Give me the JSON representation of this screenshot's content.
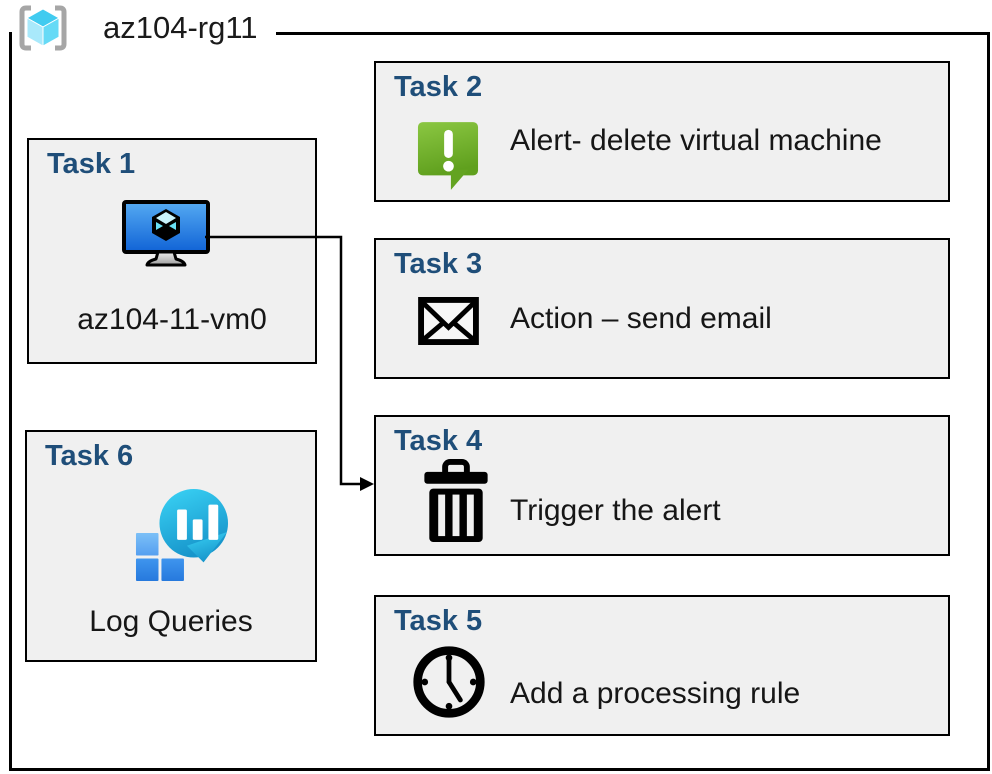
{
  "header": {
    "title": "az104-rg11",
    "icon": "resource-group-icon"
  },
  "tasks": [
    {
      "label": "Task 1",
      "icon": "virtual-machine-icon",
      "text": "az104-11-vm0"
    },
    {
      "label": "Task 2",
      "icon": "alert-icon",
      "text": "Alert- delete virtual machine"
    },
    {
      "label": "Task 3",
      "icon": "email-icon",
      "text": "Action – send email"
    },
    {
      "label": "Task 4",
      "icon": "trash-icon",
      "text": "Trigger the alert"
    },
    {
      "label": "Task 5",
      "icon": "clock-icon",
      "text": "Add a processing rule"
    },
    {
      "label": "Task 6",
      "icon": "log-queries-icon",
      "text": "Log Queries"
    }
  ],
  "connector": {
    "from": "Task 1",
    "to": "Task 4",
    "style": "elbow-arrow"
  },
  "colors": {
    "task_label": "#1f4e79",
    "box_fill": "#f0f0f0",
    "box_border": "#000000",
    "alert_green_top": "#8bc742",
    "alert_green_bottom": "#60a01e",
    "vm_screen_top": "#55aaf2",
    "vm_screen_bottom": "#1063d6",
    "log_bubble_top": "#3bd4f6",
    "log_bubble_bottom": "#1795cb",
    "log_square_light": "#6cb8f5",
    "log_square_dark": "#2e87e9",
    "rg_cube_top": "#41cbf0",
    "rg_cube_left": "#a9e9fb",
    "rg_cube_right": "#66daf6",
    "rg_bracket_gray": "#a6a6a6"
  }
}
